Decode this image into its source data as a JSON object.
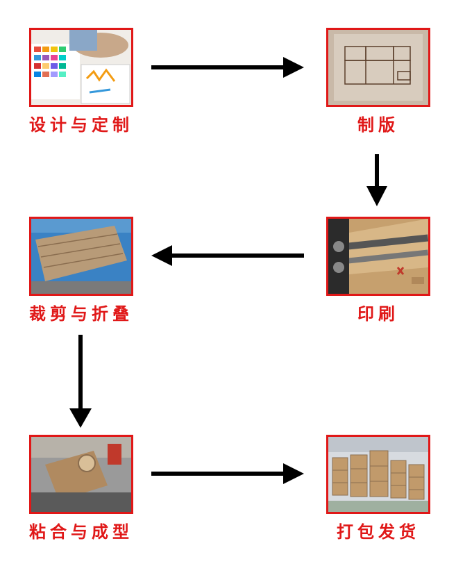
{
  "watermark": "",
  "steps": [
    {
      "label": "设计与定制",
      "icon": "design-photo"
    },
    {
      "label": "制版",
      "icon": "die-cut-plate-photo"
    },
    {
      "label": "印刷",
      "icon": "printing-press-photo"
    },
    {
      "label": "裁剪与折叠",
      "icon": "cut-fold-photo"
    },
    {
      "label": "粘合与成型",
      "icon": "gluing-machine-photo"
    },
    {
      "label": "打包发货",
      "icon": "warehouse-boxes-photo"
    }
  ],
  "colors": {
    "accent": "#e01818",
    "arrow": "#000000"
  }
}
